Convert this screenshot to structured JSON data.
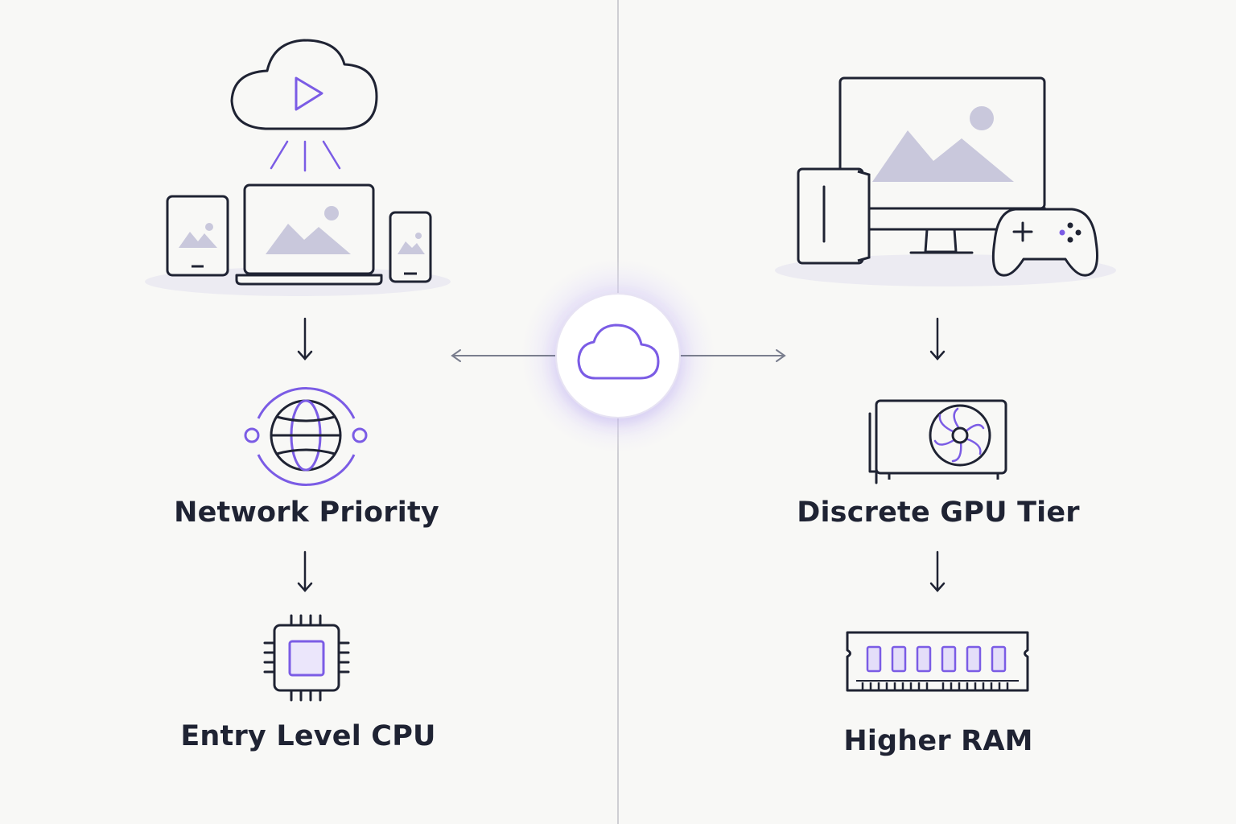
{
  "left": {
    "step1_label": "Network Priority",
    "step2_label": "Entry Level CPU"
  },
  "right": {
    "step1_label": "Discrete GPU Tier",
    "step2_label": "Higher RAM"
  },
  "colors": {
    "accent": "#7b5ce5",
    "stroke": "#1f2333",
    "muted": "#c9c8dc",
    "background": "#f8f8f6"
  },
  "icons": {
    "streaming_cloud": "cloud-play-icon",
    "devices": "tablet-laptop-phone-icon",
    "network": "globe-orbit-icon",
    "cpu": "cpu-chip-icon",
    "hub": "cloud-icon",
    "desktop": "desktop-tower-monitor-gamepad-icon",
    "gpu": "graphics-card-icon",
    "ram": "ram-module-icon"
  }
}
